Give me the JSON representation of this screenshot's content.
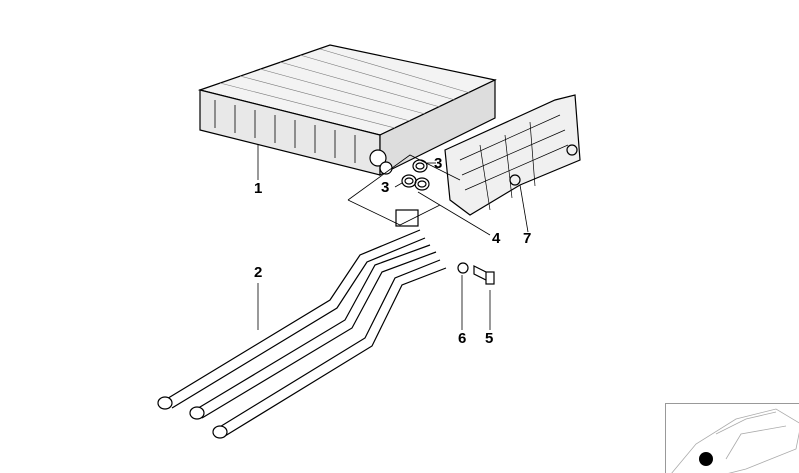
{
  "diagram": {
    "callouts": [
      {
        "id": "heater-core",
        "label": "1"
      },
      {
        "id": "pipe-assembly",
        "label": "2"
      },
      {
        "id": "o-ring-upper",
        "label": "3"
      },
      {
        "id": "o-ring-lower",
        "label": "3"
      },
      {
        "id": "seal",
        "label": "4"
      },
      {
        "id": "screw",
        "label": "5"
      },
      {
        "id": "washer",
        "label": "6"
      },
      {
        "id": "cover",
        "label": "7"
      }
    ]
  },
  "colors": {
    "line": "#000000",
    "background": "#ffffff",
    "thumb_border": "#999999"
  }
}
